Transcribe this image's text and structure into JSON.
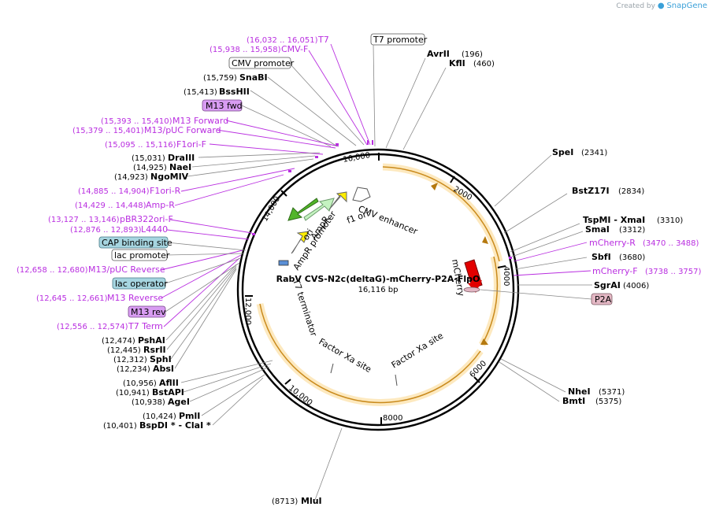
{
  "credit": {
    "prefix": "Created by",
    "brand": "SnapGene"
  },
  "plasmid": {
    "name": "RabV CVS-N2c(deltaG)-mCherry-P2A-FlpO",
    "size": "16,116 bp"
  },
  "ticks": [
    "2000",
    "4000",
    "6000",
    "8000",
    "10,000",
    "12,000",
    "14,000",
    "16,000"
  ],
  "enzymes_right": [
    {
      "name": "AvrII",
      "pos": "(196)"
    },
    {
      "name": "KflI",
      "pos": "(460)"
    },
    {
      "name": "SpeI",
      "pos": "(2341)"
    },
    {
      "name": "BstZ17I",
      "pos": "(2834)"
    },
    {
      "name": "TspMI  -  XmaI",
      "pos": "(3310)"
    },
    {
      "name": "SmaI",
      "pos": "(3312)"
    },
    {
      "name": "SbfI",
      "pos": "(3680)"
    },
    {
      "name": "SgrAI",
      "pos": "(4006)"
    },
    {
      "name": "NheI",
      "pos": "(5371)"
    },
    {
      "name": "BmtI",
      "pos": "(5375)"
    },
    {
      "name": "MluI",
      "pos": "(8713)"
    }
  ],
  "enzymes_left": [
    {
      "name": "SnaBI",
      "pos": "(15,759)"
    },
    {
      "name": "BssHII",
      "pos": "(15,413)"
    },
    {
      "name": "DraIII",
      "pos": "(15,031)"
    },
    {
      "name": "NaeI",
      "pos": "(14,925)"
    },
    {
      "name": "NgoMIV",
      "pos": "(14,923)"
    },
    {
      "name": "PshAI",
      "pos": "(12,474)"
    },
    {
      "name": "RsrII",
      "pos": "(12,445)"
    },
    {
      "name": "SphI",
      "pos": "(12,312)"
    },
    {
      "name": "AbsI",
      "pos": "(12,234)"
    },
    {
      "name": "AflII",
      "pos": "(10,956)"
    },
    {
      "name": "BstAPI",
      "pos": "(10,941)"
    },
    {
      "name": "AgeI",
      "pos": "(10,938)"
    },
    {
      "name": "PmlI",
      "pos": "(10,424)"
    },
    {
      "name": "BspDI *  -  ClaI *",
      "pos": "(10,401)"
    }
  ],
  "primers_right": [
    {
      "name": "mCherry-R",
      "pos": "(3470 .. 3488)"
    },
    {
      "name": "mCherry-F",
      "pos": "(3738 .. 3757)"
    }
  ],
  "primers_left": [
    {
      "name": "T7",
      "pos": "(16,032 .. 16,051)"
    },
    {
      "name": "CMV-F",
      "pos": "(15,938 .. 15,958)"
    },
    {
      "name": "M13 Forward",
      "pos": "(15,393 .. 15,410)"
    },
    {
      "name": "M13/pUC Forward",
      "pos": "(15,379 .. 15,401)"
    },
    {
      "name": "F1ori-F",
      "pos": "(15,095 .. 15,116)"
    },
    {
      "name": "F1ori-R",
      "pos": "(14,885 .. 14,904)"
    },
    {
      "name": "Amp-R",
      "pos": "(14,429 .. 14,448)"
    },
    {
      "name": "pBR322ori-F",
      "pos": "(13,127 .. 13,146)"
    },
    {
      "name": "L4440",
      "pos": "(12,876 .. 12,893)"
    },
    {
      "name": "M13/pUC Reverse",
      "pos": "(12,658 .. 12,680)"
    },
    {
      "name": "M13 Reverse",
      "pos": "(12,645 .. 12,661)"
    },
    {
      "name": "T7 Term",
      "pos": "(12,556 .. 12,574)"
    }
  ],
  "boxed": {
    "t7_promoter": "T7 promoter",
    "cmv_promoter": "CMV promoter",
    "m13_fwd": "M13 fwd",
    "cap_site": "CAP binding site",
    "lac_promoter": "lac promoter",
    "lac_operator": "lac operator",
    "m13_rev": "M13 rev",
    "p2a": "P2A"
  },
  "inner_features": {
    "cmv_enhancer": "CMV enhancer",
    "f1_ori": "f1 ori",
    "ampr": "AmpR",
    "ampr_promoter": "AmpR promoter",
    "ori": "ori",
    "t7_terminator": "T7 terminator",
    "factor_xa_1": "Factor Xa site",
    "factor_xa_2": "Factor Xa site",
    "mcherry": "mCherry"
  },
  "colors": {
    "purple": "#b92ee0",
    "feature_orange": "#f0b33a",
    "blue_box": "#a6d5e0",
    "purple_box": "#d89cf2",
    "pink_box": "#e3b7c4",
    "mcherry_red": "#e30000"
  }
}
